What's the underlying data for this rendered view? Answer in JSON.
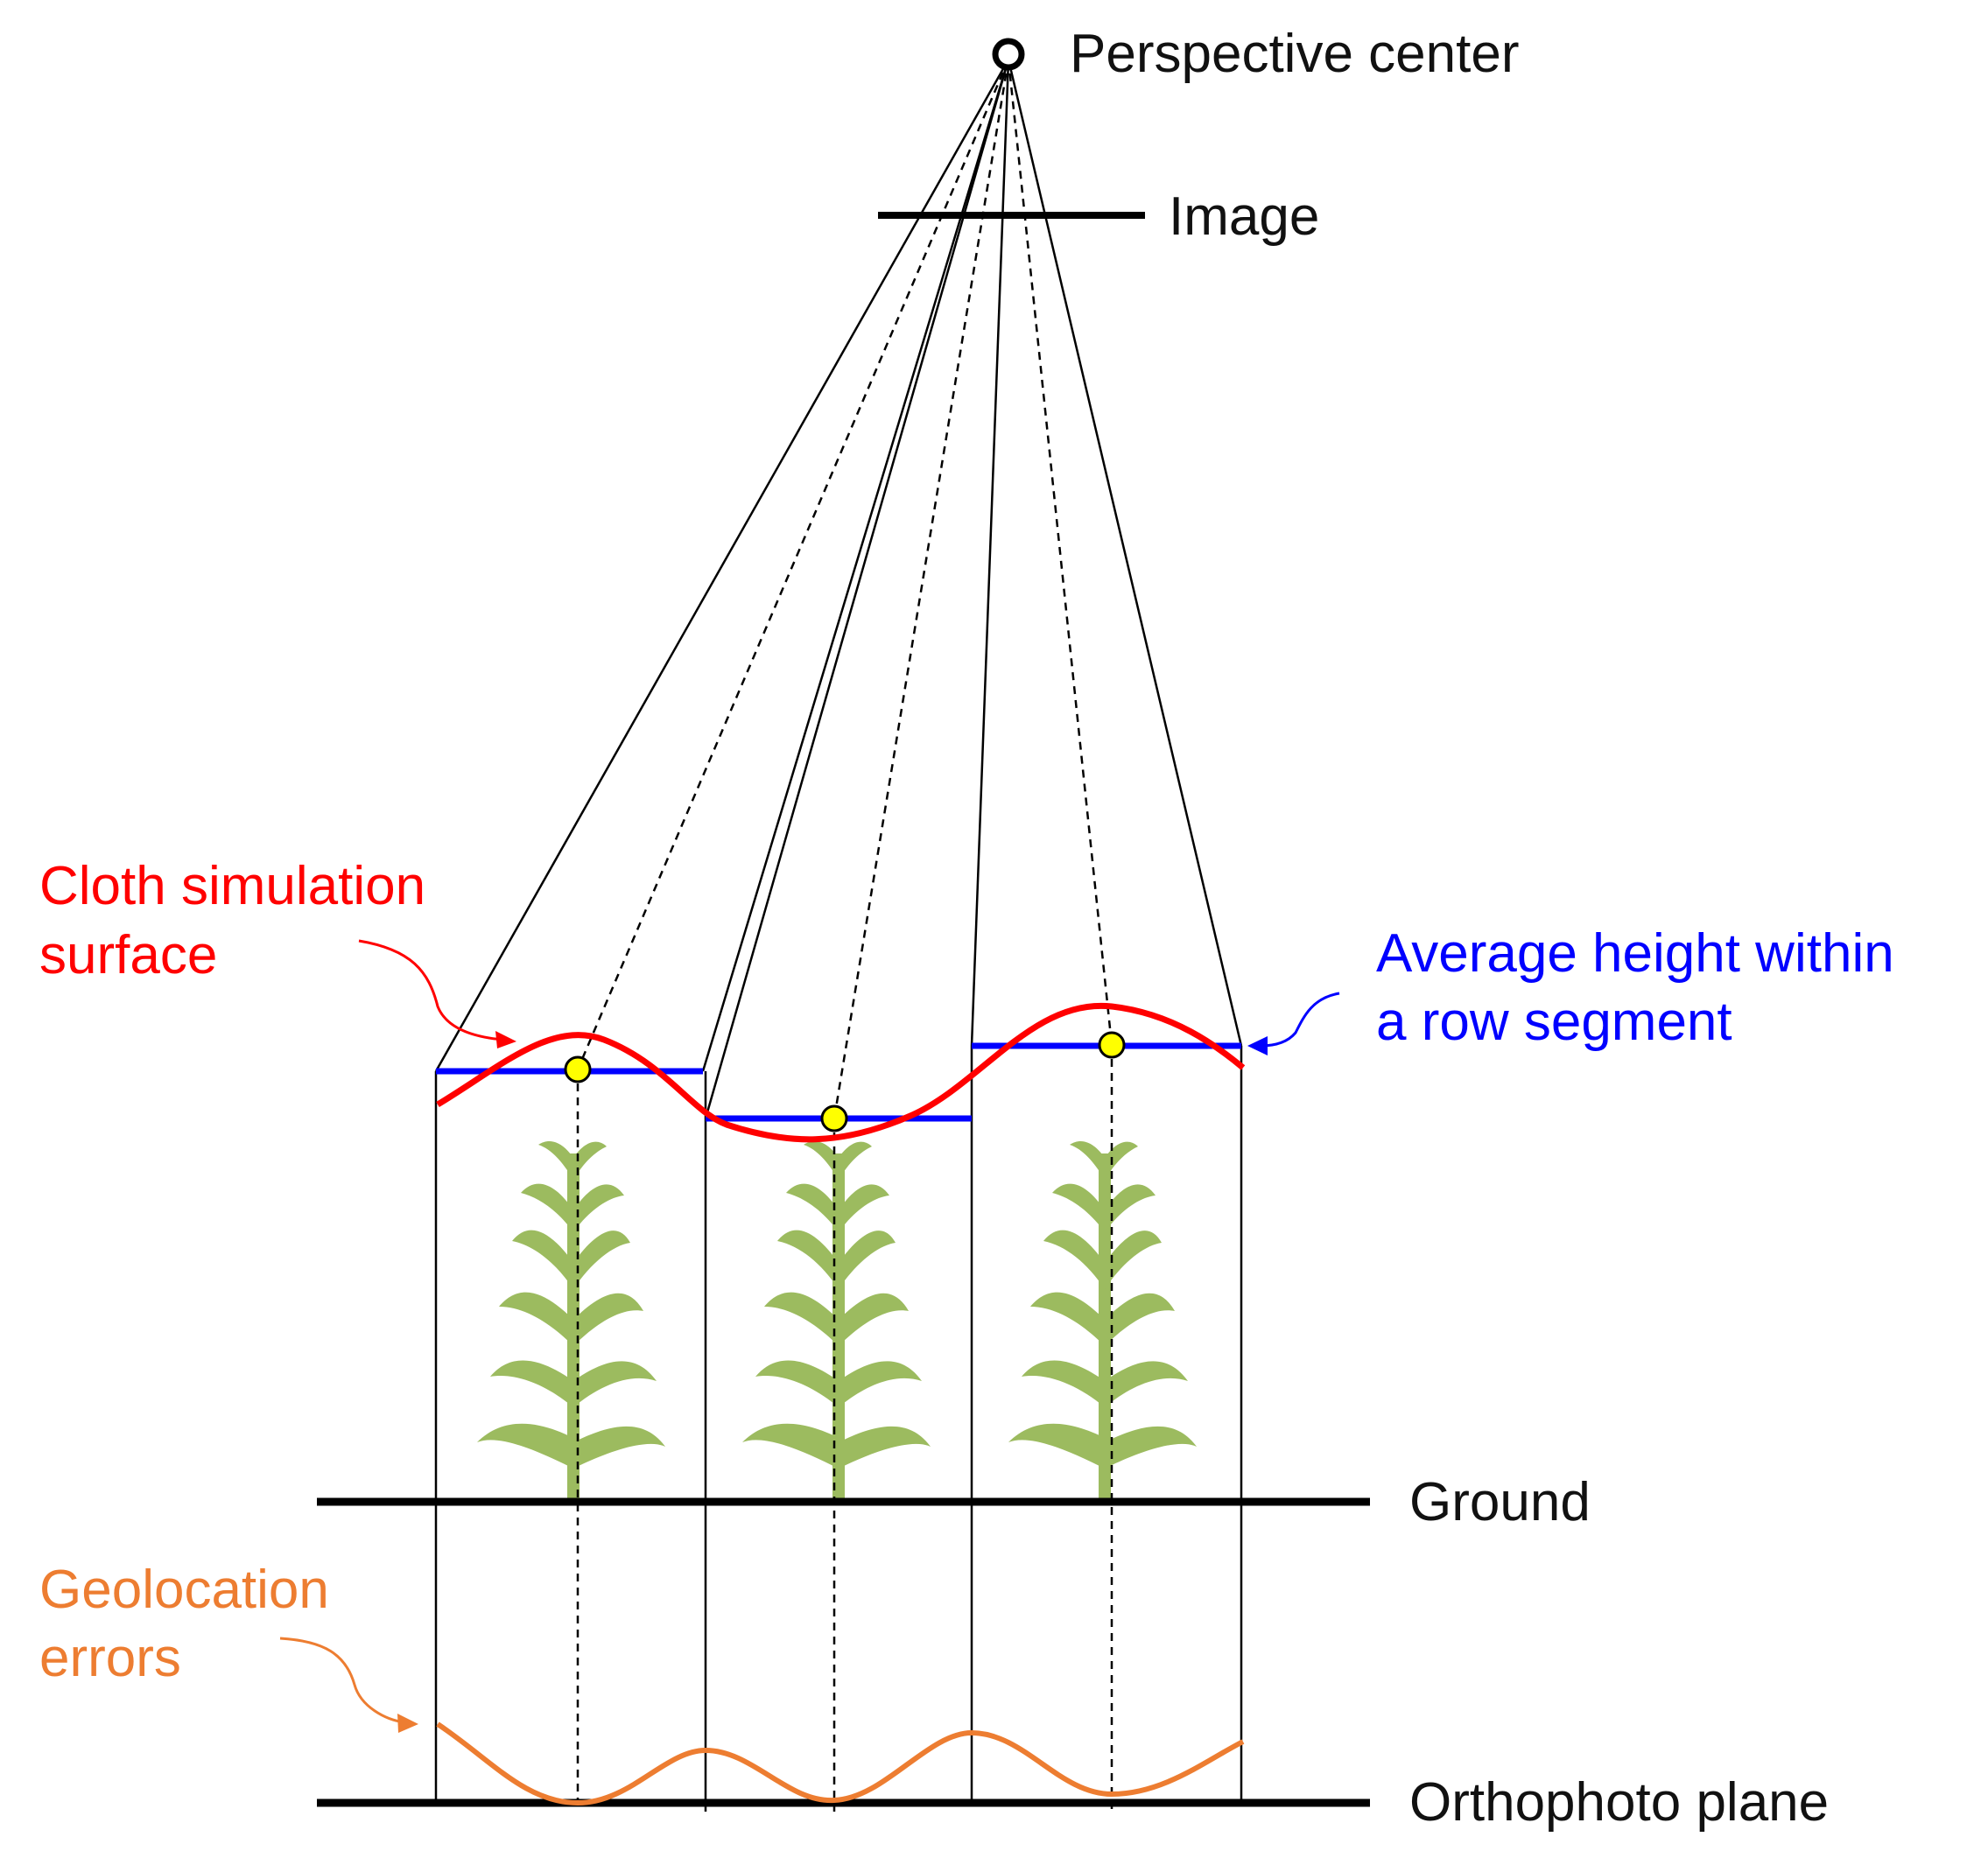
{
  "labels": {
    "perspective_center": "Perspective center",
    "image": "Image",
    "ground": "Ground",
    "orthophoto_plane": "Orthophoto plane",
    "cloth_line1": "Cloth simulation",
    "cloth_line2": "surface",
    "average_line1": "Average height within",
    "average_line2": "a row segment",
    "geo_line1": "Geolocation",
    "geo_line2": "errors"
  },
  "colors": {
    "cloth_surface": "#ff0000",
    "average_height": "#0000ff",
    "geolocation": "#ed7d31",
    "plant": "#9cbb5f",
    "point_fill": "#ffff00",
    "lines": "#000000"
  },
  "icons": {
    "plant": "corn-plant-icon",
    "point": "yellow-point-icon",
    "center": "perspective-center-icon"
  }
}
